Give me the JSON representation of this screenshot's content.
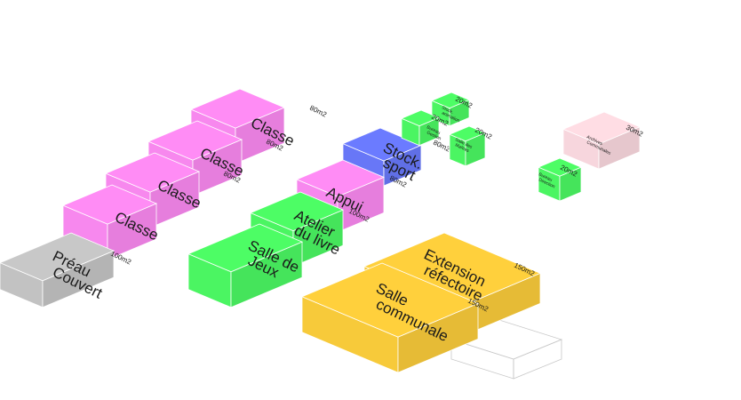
{
  "colors": {
    "pink": "#ff8cf5",
    "green": "#4dfd65",
    "blue": "#6b7bff",
    "yellow": "#ffd03c",
    "gray": "#c8c8c8",
    "light_pink": "#ffdde4"
  },
  "blocks": [
    {
      "id": "classe-1",
      "label": [
        "Classe"
      ],
      "area": "80m2",
      "color": "pink"
    },
    {
      "id": "classe-2",
      "label": [
        "Classe"
      ],
      "area": "80m2",
      "color": "pink"
    },
    {
      "id": "classe-3",
      "label": [
        "Classe"
      ],
      "area": "80m2",
      "color": "pink"
    },
    {
      "id": "classe-4",
      "label": [
        "Classe"
      ],
      "area": "",
      "color": "pink"
    },
    {
      "id": "preau-couvert",
      "label": [
        "Préau",
        "Couvert"
      ],
      "area": "100m2",
      "color": "gray"
    },
    {
      "id": "stock-sport",
      "label": [
        "Stock.",
        "sport"
      ],
      "area": "80m2",
      "color": "blue"
    },
    {
      "id": "appui",
      "label": [
        "Appui"
      ],
      "area": "80m2",
      "color": "pink"
    },
    {
      "id": "atelier-du-livre",
      "label": [
        "Atelier",
        "du livre"
      ],
      "area": "100m2",
      "color": "green"
    },
    {
      "id": "salle-de-jeux",
      "label": [
        "Salle de",
        "Jeux"
      ],
      "area": "",
      "color": "green"
    },
    {
      "id": "stock-animation",
      "label": [
        "Stock.",
        "animation"
      ],
      "area": "20m2",
      "color": "green"
    },
    {
      "id": "bureau-gestion",
      "label": [
        "Bureau",
        "Gestion"
      ],
      "area": "20m2",
      "color": "green"
    },
    {
      "id": "salle-maitres",
      "label": [
        "Salle des",
        "Maîtres"
      ],
      "area": "20m2",
      "color": "green"
    },
    {
      "id": "bureau-direction",
      "label": [
        "Bureau",
        "Direction"
      ],
      "area": "20m2",
      "color": "green"
    },
    {
      "id": "archives",
      "label": [
        "Archives",
        "Communales"
      ],
      "area": "30m2",
      "color": "light_pink"
    },
    {
      "id": "extension-refectoire",
      "label": [
        "Extension",
        "réfectoire"
      ],
      "area": "150m2",
      "color": "yellow"
    },
    {
      "id": "salle-communale",
      "label": [
        "Salle",
        "communale"
      ],
      "area": "150m2",
      "color": "yellow"
    }
  ]
}
